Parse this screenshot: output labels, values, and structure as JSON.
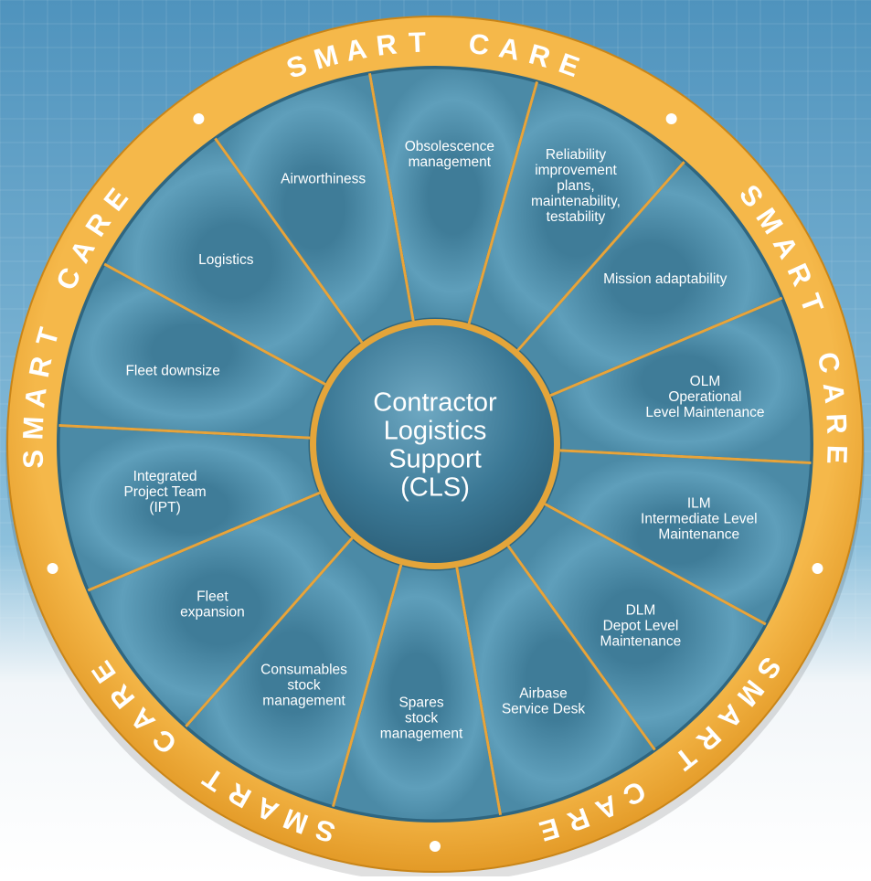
{
  "diagram": {
    "ring_text": "SMART CARE",
    "center_lines": [
      "Contractor",
      "Logistics",
      "Support",
      "(CLS)"
    ],
    "segments": [
      {
        "lines": [
          "Obsolescence",
          "management"
        ]
      },
      {
        "lines": [
          "Reliability",
          "improvement",
          "plans,",
          "maintenability,",
          "testability"
        ]
      },
      {
        "lines": [
          "Mission adaptability"
        ]
      },
      {
        "lines": [
          "OLM",
          "Operational",
          "Level Maintenance"
        ]
      },
      {
        "lines": [
          "ILM",
          "Intermediate Level",
          "Maintenance"
        ]
      },
      {
        "lines": [
          "DLM",
          "Depot Level",
          "Maintenance"
        ]
      },
      {
        "lines": [
          "Airbase",
          "Service Desk"
        ]
      },
      {
        "lines": [
          "Spares",
          "stock",
          "management"
        ]
      },
      {
        "lines": [
          "Consumables",
          "stock",
          "management"
        ]
      },
      {
        "lines": [
          "Fleet",
          "expansion"
        ]
      },
      {
        "lines": [
          "Integrated",
          "Project Team",
          "(IPT)"
        ]
      },
      {
        "lines": [
          "Fleet downsize"
        ]
      },
      {
        "lines": [
          "Logistics"
        ]
      },
      {
        "lines": [
          "Airworthiness"
        ]
      }
    ],
    "colors": {
      "ring": "#f0ad3a",
      "ring_dark": "#d98f1c",
      "segment_fill": "#5e9db8",
      "segment_border": "#2f6680",
      "center_fill": "#3e7d99",
      "background_top": "#5c9ec4",
      "background_bottom": "#ffffff"
    }
  }
}
